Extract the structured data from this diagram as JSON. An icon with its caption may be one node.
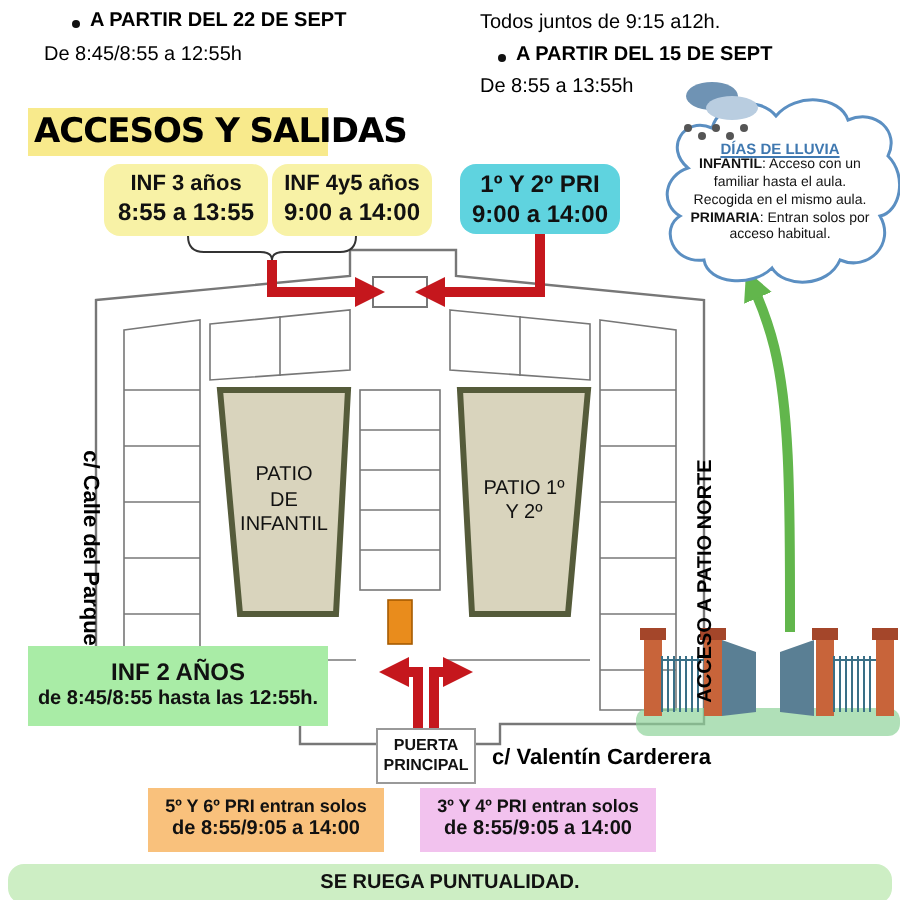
{
  "diagram": {
    "title": "ACCESOS Y SALIDAS",
    "nodes": [
      {
        "text": [
          "INF 3 años",
          "8:55 a 13:55"
        ]
      },
      {
        "text": [
          "INF 4y5 años",
          "9:00 a 14:00"
        ]
      },
      {
        "text": [
          "1º Y 2º PRI",
          "9:00 a 14:00"
        ]
      },
      {
        "text": [
          "DÍAS DE LLUVIA",
          "**INFANTIL**: Acceso con un familiar hasta el aula. Recogida en el mismo aula. **PRIMARIA**: Entran solos por acceso habitual."
        ]
      },
      {
        "text": [
          "PATIO DE INFANTIL"
        ]
      },
      {
        "text": [
          "PATIO 1º Y 2º"
        ]
      },
      {
        "text": [
          "INF 2 AÑOS",
          "de 8:45/8:55 hasta las 12:55h."
        ]
      },
      {
        "text": [
          "PUERTA PRINCIPAL"
        ]
      },
      {
        "text": [
          "5º Y 6º PRI entran solos",
          "de 8:55/9:05  a  14:00"
        ]
      },
      {
        "text": [
          "3º Y 4º PRI entran solos",
          "de 8:55/9:05  a  14:00"
        ]
      },
      {
        "text": [],
        "shape": "picture"
      },
      {
        "text": [],
        "shape": "bracket"
      },
      {
        "text": [],
        "shape": "box"
      },
      {
        "text": [
          "SE RUEGA PUNTUALIDAD."
        ]
      }
    ],
    "edges": [
      {
        "from": 11,
        "to": 12,
        "arrow": "to"
      },
      {
        "from": 2,
        "to": 12,
        "arrow": "to"
      },
      {
        "from": 7,
        "to": null,
        "arrow": "to"
      },
      {
        "from": 7,
        "to": null,
        "arrow": "to"
      },
      {
        "from": 10,
        "to": 3,
        "arrow": "to",
        "color": "#62b64c"
      }
    ],
    "labels": [
      "A PARTIR DEL 22 DE SEPT",
      "De 8:45/8:55 a 12:55h",
      "Todos juntos de 9:15 a12h.",
      "A PARTIR DEL 15 DE SEPT",
      "De 8:55 a 13:55h",
      "c/ Calle del Parque",
      "ACCESO A PATIO NORTE",
      "c/ Valentín Carderera"
    ]
  }
}
